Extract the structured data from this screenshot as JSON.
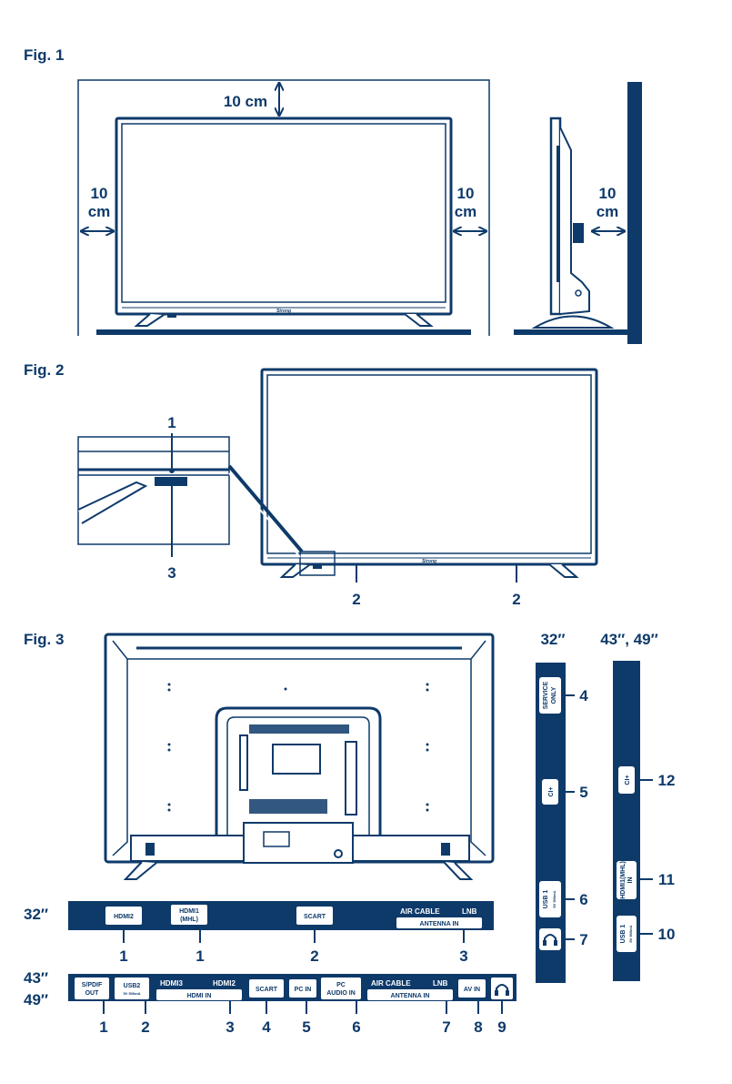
{
  "colors": {
    "navy": "#0e3a6a",
    "white": "#ffffff"
  },
  "fig1": {
    "title": "Fig. 1",
    "top_gap": "10 cm",
    "left_gap_line1": "10",
    "left_gap_line2": "cm",
    "right_gap_line1": "10",
    "right_gap_line2": "cm",
    "wall_gap_line1": "10",
    "wall_gap_line2": "cm",
    "logo": "Strong"
  },
  "fig2": {
    "title": "Fig. 2",
    "callout_1": "1",
    "callout_2a": "2",
    "callout_2b": "2",
    "callout_3": "3"
  },
  "fig3": {
    "title": "Fig. 3",
    "size_32": "32″",
    "size_43_49": "43″, 49″",
    "side_32": [
      {
        "label_a": "SERVICE",
        "label_b": "ONLY",
        "num": "4"
      },
      {
        "label_a": "CI+",
        "label_b": "",
        "num": "5"
      },
      {
        "label_a": "USB 1",
        "label_b": "5V 500mA",
        "num": "6"
      },
      {
        "label_a": "headphone",
        "label_b": "",
        "num": "7"
      }
    ],
    "side_43": [
      {
        "label_a": "CI+",
        "label_b": "",
        "num": "12"
      },
      {
        "label_a": "HDMI1(MHL)",
        "label_b": "IN",
        "num": "11"
      },
      {
        "label_a": "USB 1",
        "label_b": "5V 500mA",
        "num": "10"
      }
    ],
    "bar_32": {
      "label": "32″",
      "hdmi2": "HDMI2",
      "hdmi1_a": "HDMI1",
      "hdmi1_b": "(MHL)",
      "scart": "SCART",
      "air_cable": "AIR CABLE",
      "lnb": "LNB",
      "antenna_in": "ANTENNA IN",
      "nums": [
        "1",
        "1",
        "2",
        "3"
      ]
    },
    "bar_43": {
      "label_a": "43″",
      "label_b": "49″",
      "spdif_a": "S/PDIF",
      "spdif_b": "OUT",
      "usb2": "USB2",
      "usb2_sub": "5V 500mA",
      "hdmi3": "HDMI3",
      "hdmi2": "HDMI2",
      "hdmi_in": "HDMI IN",
      "scart": "SCART",
      "pc_in": "PC IN",
      "pc_audio_a": "PC",
      "pc_audio_b": "AUDIO IN",
      "air_cable": "AIR CABLE",
      "lnb": "LNB",
      "antenna_in": "ANTENNA IN",
      "av_in": "AV IN",
      "nums": [
        "1",
        "2",
        "3",
        "4",
        "5",
        "6",
        "7",
        "8",
        "9"
      ]
    }
  }
}
